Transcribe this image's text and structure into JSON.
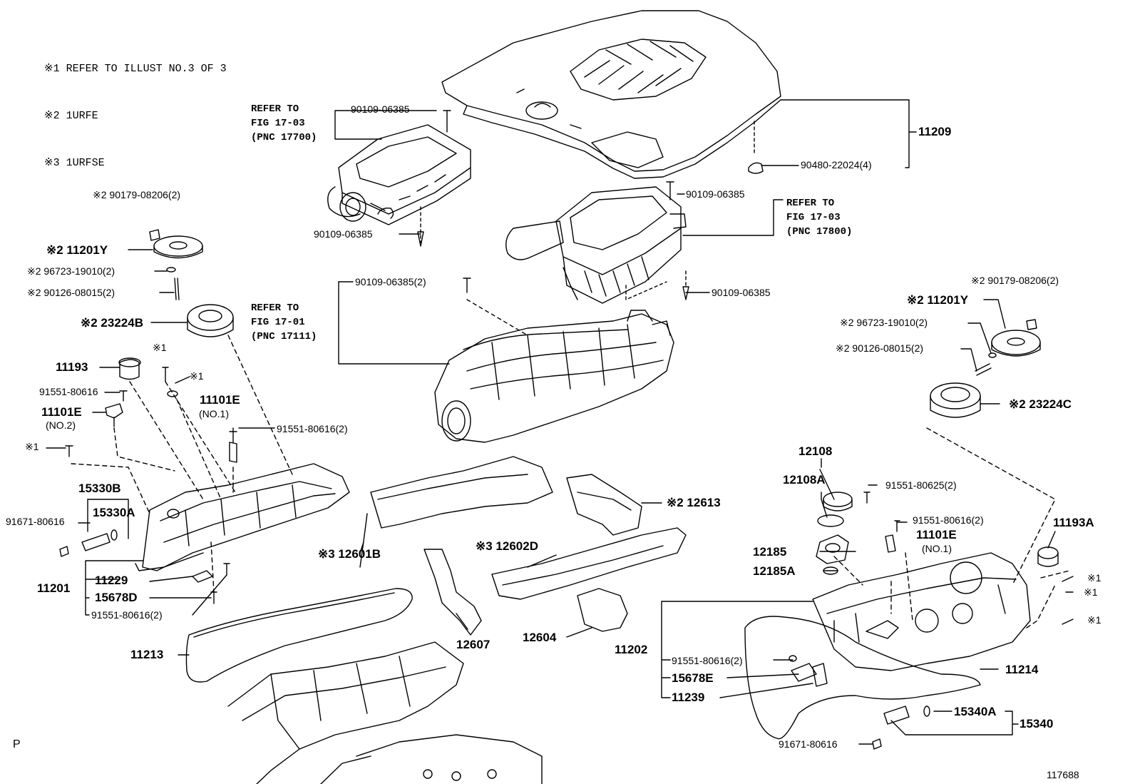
{
  "notes": [
    "※1 REFER TO ILLUST NO.3 OF 3",
    "※2 1URFE",
    "※3 1URFSE"
  ],
  "refer_blocks": {
    "air_left": "REFER TO\nFIG 17-03\n(PNC 17700)",
    "air_right": "REFER TO\nFIG 17-03\n(PNC 17800)",
    "manifold": "REFER TO\nFIG 17-01\n(PNC 17111)"
  },
  "labels": {
    "l90109a": "90109-06385",
    "l11209": "11209",
    "l90480": "90480-22024(4)",
    "l90109b": "90109-06385",
    "l90109c": "90109-06385",
    "l90109d": "90109-06385(2)",
    "l90109e": "90109-06385",
    "l90179L": "※2 90179-08206(2)",
    "l11201YL": "※2 11201Y",
    "l96723L": "※2 96723-19010(2)",
    "l90126L": "※2 90126-08015(2)",
    "l23224B": "※2 23224B",
    "l11193": "11193",
    "l91551a": "91551-80616",
    "l11101E2": "11101E",
    "l_no2": "(NO.2)",
    "l_s1a": "※1",
    "l_s1b": "※1",
    "l_s1c": "※1",
    "l11101E1": "11101E",
    "l_no1": "(NO.1)",
    "l91551b": "91551-80616(2)",
    "l15330B": "15330B",
    "l15330A": "15330A",
    "l91671L": "91671-80616",
    "l11201": "11201",
    "l11229": "11229",
    "l15678D": "15678D",
    "l91551c": "91551-80616(2)",
    "l11213": "11213",
    "l90179R": "※2 90179-08206(2)",
    "l11201YR": "※2 11201Y",
    "l96723R": "※2 96723-19010(2)",
    "l90126R": "※2 90126-08015(2)",
    "l23224C": "※2 23224C",
    "l12108": "12108",
    "l12108A": "12108A",
    "l91551d": "91551-80625(2)",
    "l12613": "※2 12613",
    "l12601B": "※3 12601B",
    "l12602D": "※3 12602D",
    "l91551e": "91551-80616(2)",
    "l11101E3": "11101E",
    "l_no1b": "(NO.1)",
    "l11193A": "11193A",
    "l12185": "12185",
    "l12185A": "12185A",
    "l_s1d": "※1",
    "l_s1e": "※1",
    "l_s1f": "※1",
    "l12607": "12607",
    "l12604": "12604",
    "l11202": "11202",
    "l91551f": "91551-80616(2)",
    "l15678E": "15678E",
    "l11239": "11239",
    "l11214": "11214",
    "l15340A": "15340A",
    "l15340": "15340",
    "l91671R": "91671-80616"
  },
  "footer": {
    "left": "P",
    "right": "117688"
  }
}
